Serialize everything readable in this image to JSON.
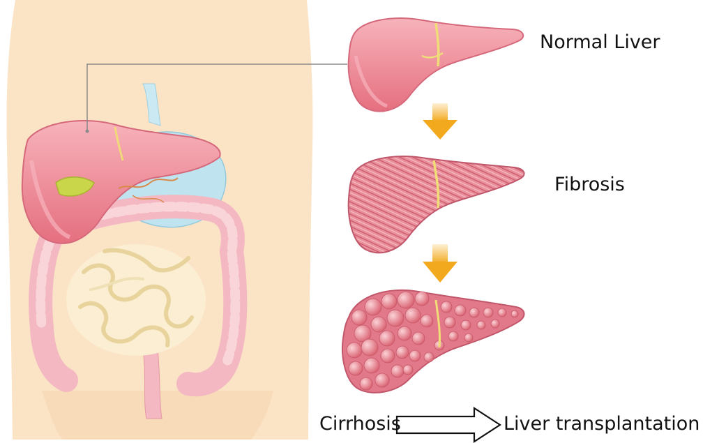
{
  "labels": {
    "normal": "Normal Liver",
    "fibrosis": "Fibrosis",
    "cirrhosis": "Cirrhosis",
    "transplant": "Liver transplantation"
  },
  "colors": {
    "skin": "#fbe3c6",
    "liver": "#ef8f9a",
    "liver_dark": "#d9606f",
    "stomach": "#bfe3ef",
    "intestine": "#f6d0d6",
    "gallbladder": "#c9d64a",
    "down_arrow": "#f2b22c"
  },
  "icons": [
    "down-arrow-icon",
    "right-arrow-icon"
  ]
}
